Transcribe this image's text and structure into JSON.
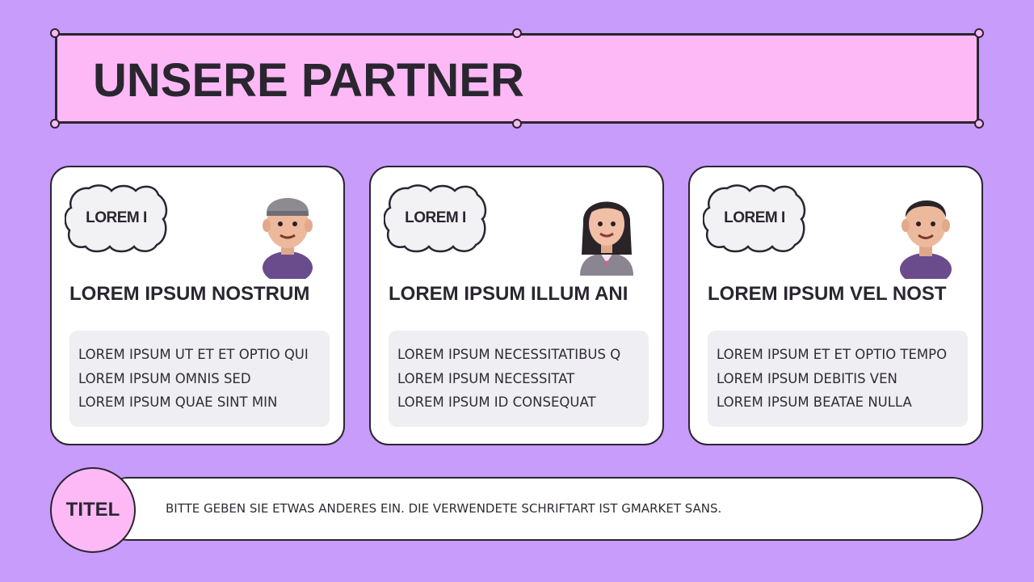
{
  "page": {
    "title": "UNSERE PARTNER"
  },
  "cards": [
    {
      "badge": "LOREM I",
      "heading": "LOREM IPSUM NOSTRUM",
      "lines": [
        "LOREM IPSUM UT ET ET OPTIO QUI",
        "LOREM IPSUM OMNIS SED",
        "LOREM IPSUM QUAE SINT MIN"
      ],
      "avatar": "avatar-cap-man"
    },
    {
      "badge": "LOREM I",
      "heading": "LOREM IPSUM ILLUM ANI",
      "lines": [
        "LOREM IPSUM NECESSITATIBUS Q",
        "LOREM IPSUM NECESSITAT",
        "LOREM IPSUM ID CONSEQUAT"
      ],
      "avatar": "avatar-woman"
    },
    {
      "badge": "LOREM I",
      "heading": "LOREM IPSUM VEL NOST",
      "lines": [
        "LOREM IPSUM ET ET OPTIO TEMPO",
        "LOREM IPSUM DEBITIS VEN",
        "LOREM IPSUM BEATAE NULLA"
      ],
      "avatar": "avatar-man"
    }
  ],
  "footer": {
    "label": "TITEL",
    "text": "BITTE GEBEN SIE ETWAS ANDERES EIN. DIE VERWENDETE SCHRIFTART IST GMARKET SANS."
  },
  "colors": {
    "background": "#c89cfb",
    "accent_pink": "#fdb9f6",
    "outline": "#2b2530",
    "card": "#ffffff",
    "text_box": "#efeef2"
  }
}
